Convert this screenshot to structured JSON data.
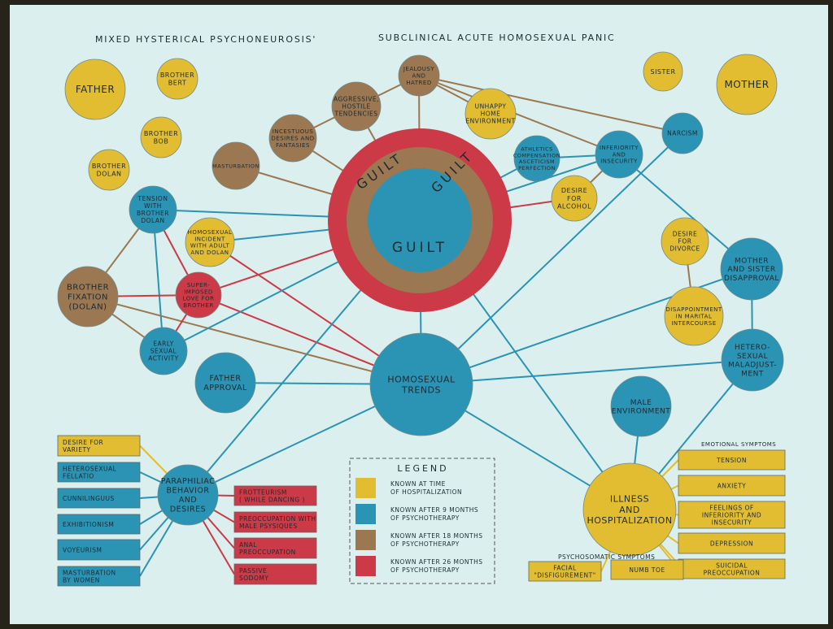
{
  "titles": {
    "left": "MIXED HYSTERICAL PSYCHONEUROSIS'",
    "right": "SUBCLINICAL ACUTE HOMOSEXUAL PANIC"
  },
  "colors": {
    "known_at_hospitalization": "#e2bd32",
    "after_9_months": "#2b93b4",
    "after_18_months": "#9b7752",
    "after_26_months": "#cc3a48",
    "board": "#dbf0ee"
  },
  "guilt": {
    "labels": [
      "GUILT",
      "GUILT",
      "GUILT"
    ]
  },
  "nodes": {
    "father": {
      "lines": [
        "FATHER"
      ],
      "cat": "known_at_hospitalization"
    },
    "brother_bert": {
      "lines": [
        "BROTHER",
        "BERT"
      ],
      "cat": "known_at_hospitalization"
    },
    "brother_bob": {
      "lines": [
        "BROTHER",
        "BOB"
      ],
      "cat": "known_at_hospitalization"
    },
    "brother_dolan": {
      "lines": [
        "BROTHER",
        "DOLAN"
      ],
      "cat": "known_at_hospitalization"
    },
    "jealousy": {
      "lines": [
        "JEALOUSY",
        "AND",
        "HATRED"
      ],
      "cat": "after_18_months"
    },
    "aggressive": {
      "lines": [
        "AGGRESSIVE,",
        "HOSTILE",
        "TENDENCIES"
      ],
      "cat": "after_18_months"
    },
    "incestuous": {
      "lines": [
        "INCESTUOUS",
        "DESIRES AND",
        "FANTASIES"
      ],
      "cat": "after_18_months"
    },
    "masturbation": {
      "lines": [
        "MASTURBATION"
      ],
      "cat": "after_18_months"
    },
    "unhappy_home": {
      "lines": [
        "UNHAPPY",
        "HOME",
        "ENVIRONMENT"
      ],
      "cat": "known_at_hospitalization"
    },
    "athletics": {
      "lines": [
        "ATHLETICS",
        "COMPENSATION",
        "ASCETICISM",
        "PERFECTION"
      ],
      "cat": "after_9_months"
    },
    "inferiority": {
      "lines": [
        "INFERIORITY",
        "AND",
        "INSECURITY"
      ],
      "cat": "after_9_months"
    },
    "desire_alcohol": {
      "lines": [
        "DESIRE",
        "FOR",
        "ALCOHOL"
      ],
      "cat": "known_at_hospitalization"
    },
    "sister": {
      "lines": [
        "SISTER"
      ],
      "cat": "known_at_hospitalization"
    },
    "mother": {
      "lines": [
        "MOTHER"
      ],
      "cat": "known_at_hospitalization"
    },
    "narcism": {
      "lines": [
        "NARCISM"
      ],
      "cat": "after_9_months"
    },
    "tension_dolan": {
      "lines": [
        "TENSION",
        "WITH",
        "BROTHER",
        "DOLAN"
      ],
      "cat": "after_9_months"
    },
    "homosexual_incident": {
      "lines": [
        "HOMOSEXUAL",
        "INCIDENT",
        "WITH ADULT",
        "AND DOLAN"
      ],
      "cat": "known_at_hospitalization"
    },
    "brother_fixation": {
      "lines": [
        "BROTHER",
        "FIXATION",
        "(DOLAN)"
      ],
      "cat": "after_18_months"
    },
    "superimposed": {
      "lines": [
        "SUPER-",
        "IMPOSED",
        "LOVE FOR",
        "BROTHER"
      ],
      "cat": "after_26_months"
    },
    "early_sexual": {
      "lines": [
        "EARLY",
        "SEXUAL",
        "ACTIVITY"
      ],
      "cat": "after_9_months"
    },
    "father_approval": {
      "lines": [
        "FATHER",
        "APPROVAL"
      ],
      "cat": "after_9_months"
    },
    "homosexual_trends": {
      "lines": [
        "HOMOSEXUAL",
        "TRENDS"
      ],
      "cat": "after_9_months"
    },
    "desire_divorce": {
      "lines": [
        "DESIRE",
        "FOR",
        "DIVORCE"
      ],
      "cat": "known_at_hospitalization"
    },
    "mother_sister": {
      "lines": [
        "MOTHER",
        "AND SISTER",
        "DISAPPROVAL"
      ],
      "cat": "after_9_months"
    },
    "disappointment": {
      "lines": [
        "DISAPPOINTMENT",
        "IN MARITAL",
        "INTERCOURSE"
      ],
      "cat": "known_at_hospitalization"
    },
    "hetero": {
      "lines": [
        "HETERO-",
        "SEXUAL",
        "MALADJUST-",
        "MENT"
      ],
      "cat": "after_9_months"
    },
    "male_environment": {
      "lines": [
        "MALE",
        "ENVIRONMENT"
      ],
      "cat": "after_9_months"
    },
    "illness": {
      "lines": [
        "ILLNESS",
        "AND",
        "HOSPITALIZATION"
      ],
      "cat": "known_at_hospitalization"
    },
    "paraphiliac": {
      "lines": [
        "PARAPHILIAC",
        "BEHAVIOR",
        "AND",
        "DESIRES"
      ],
      "cat": "after_9_months"
    }
  },
  "boxes": {
    "desire_variety": {
      "lines": [
        "DESIRE FOR",
        "VARIETY"
      ],
      "cat": "known_at_hospitalization"
    },
    "hetero_fellatio": {
      "lines": [
        "HETEROSEXUAL",
        "FELLATIO"
      ],
      "cat": "after_9_months"
    },
    "cunnilinguus": {
      "lines": [
        "CUNNILINGUUS"
      ],
      "cat": "after_9_months"
    },
    "exhibitionism": {
      "lines": [
        "EXHIBITIONISM"
      ],
      "cat": "after_9_months"
    },
    "voyeurism": {
      "lines": [
        "VOYEURISM"
      ],
      "cat": "after_9_months"
    },
    "masturbation_women": {
      "lines": [
        "MASTURBATION",
        "BY WOMEN"
      ],
      "cat": "after_9_months"
    },
    "frotteurism": {
      "lines": [
        "FROTTEURISM",
        "( WHILE DANCING )"
      ],
      "cat": "after_26_months"
    },
    "male_physiques": {
      "lines": [
        "PREOCCUPATION WITH",
        "MALE PSYSIQUES"
      ],
      "cat": "after_26_months"
    },
    "anal": {
      "lines": [
        "ANAL",
        "PREOCCUPATION"
      ],
      "cat": "after_26_months"
    },
    "passive_sodomy": {
      "lines": [
        "PASSIVE",
        "SODOMY"
      ],
      "cat": "after_26_months"
    },
    "tension": {
      "lines": [
        "TENSION"
      ],
      "cat": "known_at_hospitalization"
    },
    "anxiety": {
      "lines": [
        "ANXIETY"
      ],
      "cat": "known_at_hospitalization"
    },
    "feelings_inferiority": {
      "lines": [
        "FEELINGS OF",
        "INFERIORITY AND",
        "INSECURITY"
      ],
      "cat": "known_at_hospitalization"
    },
    "depression": {
      "lines": [
        "DEPRESSION"
      ],
      "cat": "known_at_hospitalization"
    },
    "suicidal": {
      "lines": [
        "SUICIDAL",
        "PREOCCUPATION"
      ],
      "cat": "known_at_hospitalization"
    },
    "facial": {
      "lines": [
        "FACIAL",
        "\"DISFIGUREMENT\""
      ],
      "cat": "known_at_hospitalization"
    },
    "numb_toe": {
      "lines": [
        "NUMB TOE"
      ],
      "cat": "known_at_hospitalization"
    }
  },
  "group_labels": {
    "emotional": "EMOTIONAL SYMPTOMS",
    "psychosomatic": "PSYCHOSOMATIC SYMPTOMS"
  },
  "legend": {
    "title": "LEGEND",
    "items": [
      {
        "lines": [
          "KNOWN AT TIME",
          "OF HOSPITALIZATION"
        ],
        "cat": "known_at_hospitalization"
      },
      {
        "lines": [
          "KNOWN AFTER 9 MONTHS",
          "OF PSYCHOTHERAPY"
        ],
        "cat": "after_9_months"
      },
      {
        "lines": [
          "KNOWN AFTER 18 MONTHS",
          "OF PSYCHOTHERAPY"
        ],
        "cat": "after_18_months"
      },
      {
        "lines": [
          "KNOWN AFTER 26 MONTHS",
          "OF PSYCHOTHERAPY"
        ],
        "cat": "after_26_months"
      }
    ]
  },
  "connections": [
    [
      "jealousy",
      "aggressive",
      "after_18_months"
    ],
    [
      "aggressive",
      "incestuous",
      "after_18_months"
    ],
    [
      "jealousy",
      "unhappy_home",
      "after_18_months"
    ],
    [
      "jealousy",
      "guilt",
      "after_18_months"
    ],
    [
      "jealousy",
      "inferiority",
      "after_18_months"
    ],
    [
      "jealousy",
      "narcism",
      "after_18_months"
    ],
    [
      "aggressive",
      "guilt",
      "after_18_months"
    ],
    [
      "incestuous",
      "guilt",
      "after_18_months"
    ],
    [
      "masturbation",
      "guilt",
      "after_18_months"
    ],
    [
      "inferiority",
      "desire_alcohol",
      "after_18_months"
    ],
    [
      "athletics",
      "inferiority",
      "after_9_months"
    ],
    [
      "athletics",
      "guilt",
      "after_9_months"
    ],
    [
      "inferiority",
      "guilt",
      "after_9_months"
    ],
    [
      "inferiority",
      "mother_sister",
      "after_9_months"
    ],
    [
      "desire_alcohol",
      "guilt",
      "after_26_months"
    ],
    [
      "narcism",
      "homosexual_trends",
      "after_9_months"
    ],
    [
      "tension_dolan",
      "guilt",
      "after_9_months"
    ],
    [
      "tension_dolan",
      "early_sexual",
      "after_9_months"
    ],
    [
      "tension_dolan",
      "brother_fixation",
      "after_18_months"
    ],
    [
      "tension_dolan",
      "superimposed",
      "after_26_months"
    ],
    [
      "homosexual_incident",
      "guilt",
      "after_9_months"
    ],
    [
      "homosexual_incident",
      "homosexual_trends",
      "after_26_months"
    ],
    [
      "brother_fixation",
      "superimposed",
      "after_26_months"
    ],
    [
      "brother_fixation",
      "early_sexual",
      "after_18_months"
    ],
    [
      "brother_fixation",
      "homosexual_trends",
      "after_18_months"
    ],
    [
      "superimposed",
      "guilt",
      "after_26_months"
    ],
    [
      "superimposed",
      "homosexual_trends",
      "after_26_months"
    ],
    [
      "superimposed",
      "early_sexual",
      "after_26_months"
    ],
    [
      "early_sexual",
      "guilt",
      "after_9_months"
    ],
    [
      "father_approval",
      "homosexual_trends",
      "after_9_months"
    ],
    [
      "homosexual_trends",
      "guilt",
      "after_9_months"
    ],
    [
      "guilt",
      "illness",
      "after_9_months"
    ],
    [
      "homosexual_trends",
      "mother_sister",
      "after_9_months"
    ],
    [
      "homosexual_trends",
      "hetero",
      "after_9_months"
    ],
    [
      "homosexual_trends",
      "paraphiliac",
      "after_9_months"
    ],
    [
      "paraphiliac",
      "guilt",
      "after_9_months"
    ],
    [
      "mother_sister",
      "hetero",
      "after_9_months"
    ],
    [
      "desire_divorce",
      "disappointment",
      "after_18_months"
    ],
    [
      "hetero",
      "illness",
      "after_9_months"
    ],
    [
      "male_environment",
      "illness",
      "after_9_months"
    ],
    [
      "homosexual_trends",
      "illness",
      "after_9_months"
    ]
  ]
}
